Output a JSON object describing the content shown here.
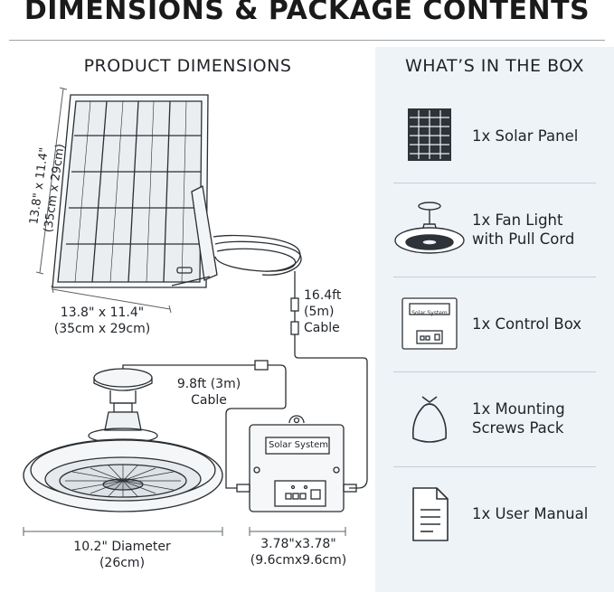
{
  "title": "DIMENSIONS & PACKAGE CONTENTS",
  "left": {
    "heading": "PRODUCT DIMENSIONS",
    "panel_vertical_dim": "13.8\" x 11.4\"\n(35cm x 29cm)",
    "panel_horizontal_dim": "13.8\" x 11.4\"\n(35cm x 29cm)",
    "cable_long": "16.4ft\n(5m)\nCable",
    "cable_short": "9.8ft (3m)\nCable",
    "fan_diameter": "10.2\" Diameter\n(26cm)",
    "box_dim": "3.78\"x3.78\"\n(9.6cmx9.6cm)",
    "control_box_label": "Solar System"
  },
  "right": {
    "heading": "WHAT’S IN THE BOX",
    "items": [
      {
        "label": "1x Solar Panel",
        "icon": "solar-panel-icon"
      },
      {
        "label": "1x Fan Light\nwith Pull Cord",
        "icon": "fan-light-icon"
      },
      {
        "label": "1x Control Box",
        "icon": "control-box-icon"
      },
      {
        "label": "1x Mounting\nScrews Pack",
        "icon": "screws-pack-icon"
      },
      {
        "label": "1x User Manual",
        "icon": "user-manual-icon"
      }
    ],
    "control_box_icon_text": "Solar System"
  },
  "colors": {
    "line": "#2a2f33",
    "panel_bg": "#eef3f7",
    "accent_dim": "#5a6166"
  }
}
